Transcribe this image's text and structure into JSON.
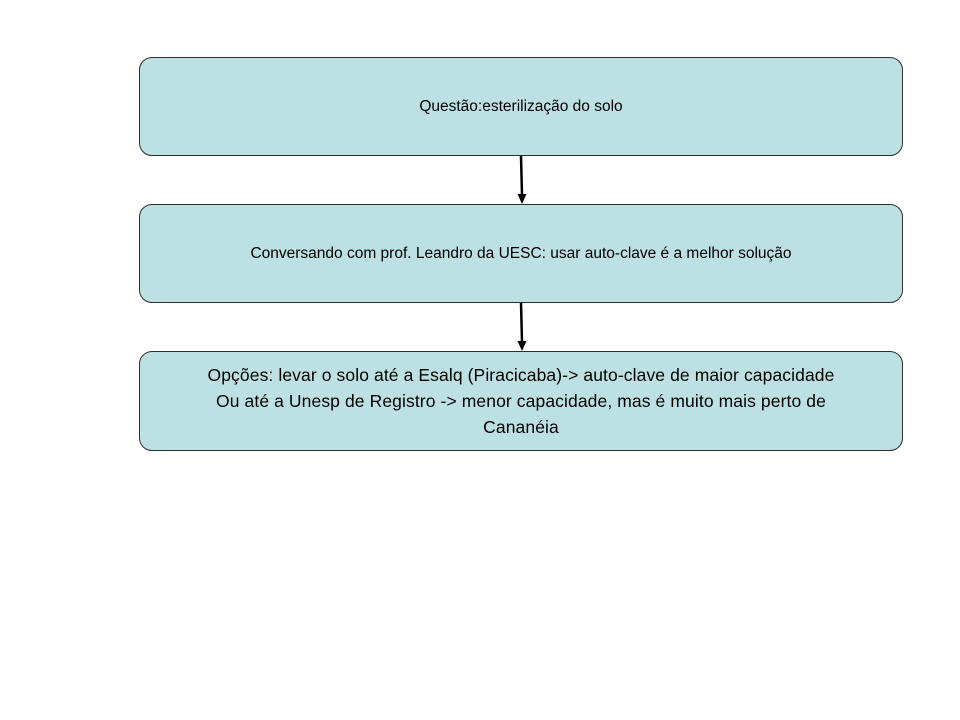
{
  "colors": {
    "box_fill": "#bde1e3",
    "box_border": "#2e2e2e",
    "arrow": "#000000",
    "background": "#ffffff"
  },
  "diagram": {
    "nodes": [
      {
        "id": "question",
        "lines": [
          "Questão:esterilização do solo"
        ]
      },
      {
        "id": "conversation",
        "lines": [
          "Conversando com prof. Leandro da UESC: usar auto-clave é a melhor solução"
        ]
      },
      {
        "id": "options",
        "lines": [
          "Opções: levar o solo até a Esalq (Piracicaba)-> auto-clave de maior capacidade",
          "Ou até a Unesp de Registro -> menor capacidade, mas é muito mais perto de",
          "Cananéia"
        ]
      }
    ],
    "edges": [
      {
        "from": "question",
        "to": "conversation"
      },
      {
        "from": "conversation",
        "to": "options"
      }
    ]
  }
}
